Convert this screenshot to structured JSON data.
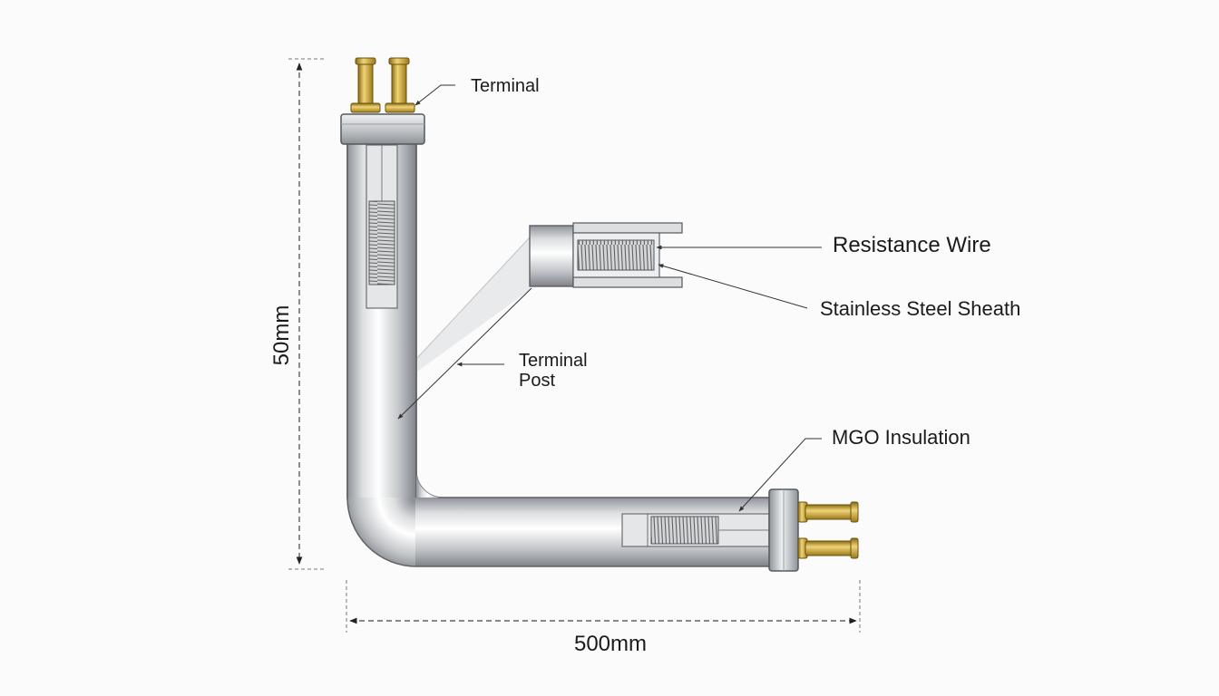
{
  "labels": {
    "terminal": "Terminal",
    "resistance_wire": "Resistance Wire",
    "stainless_steel_sheath": "Stainless Steel Sheath",
    "terminal_post_line1": "Terminal",
    "terminal_post_line2": "Post",
    "mgo_insulation": "MGO Insulation"
  },
  "dimensions": {
    "height": "50mm",
    "width": "500mm"
  },
  "colors": {
    "brass": "#c9a227",
    "steel": "#c7cacd",
    "steel_dark": "#8e9297",
    "outline": "#55585c",
    "text": "#1b1b1b"
  }
}
